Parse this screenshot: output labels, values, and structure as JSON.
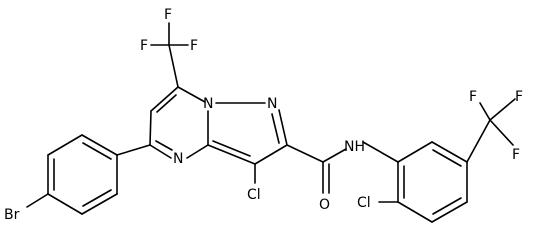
{
  "molecule": {
    "atom_labels": {
      "f1": "F",
      "f2": "F",
      "f3": "F",
      "f4": "F",
      "f5": "F",
      "f6": "F",
      "n_bridge": "N",
      "n_pyrazole": "N",
      "n_pyrimidine": "N",
      "cl_ring": "Cl",
      "cl_aryl": "Cl",
      "br": "Br",
      "o": "O",
      "nh": "NH"
    }
  },
  "colors": {
    "stroke": "#000000",
    "background": "#ffffff"
  }
}
